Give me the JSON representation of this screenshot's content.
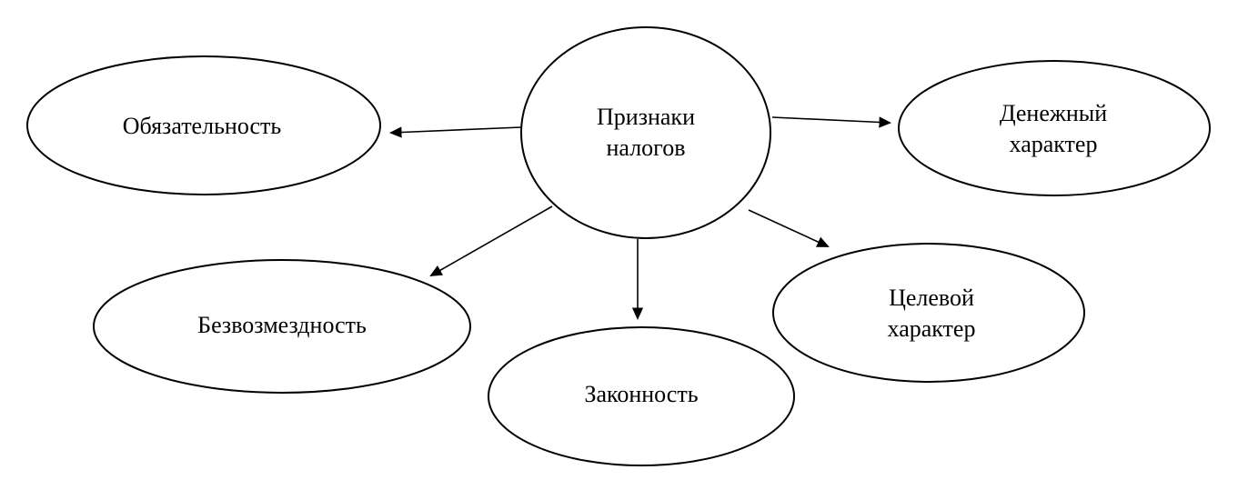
{
  "diagram": {
    "title": "Признаки налогов",
    "center_node": {
      "label": "Признаки налогов"
    },
    "nodes": [
      {
        "id": "obligatoriness",
        "label": "Обязательность"
      },
      {
        "id": "monetary-character",
        "label": "Денежный характер"
      },
      {
        "id": "gratuitousness",
        "label": "Безвозмездность"
      },
      {
        "id": "legality",
        "label": "Законность"
      },
      {
        "id": "targeted-character",
        "label": "Целевой характер"
      }
    ],
    "colors": {
      "stroke": "#000000",
      "fill": "#ffffff",
      "text": "#000000"
    }
  }
}
